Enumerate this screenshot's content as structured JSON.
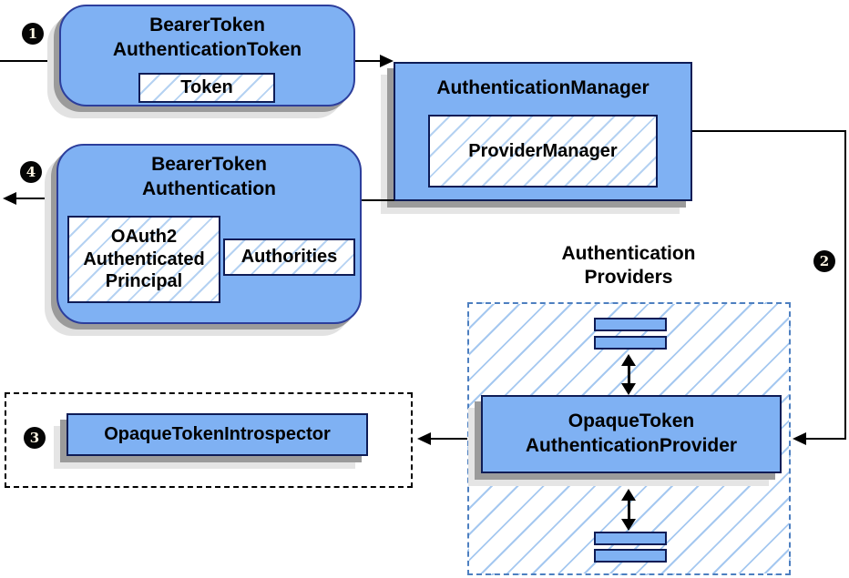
{
  "colors": {
    "node_fill": "#7fb1f3",
    "rounded_node_border": "#2c3e9c",
    "rect_node_border": "#0e1c56",
    "hatch_line": "#a5c8f0",
    "dashed_region_border": "#4d7fc0",
    "dotted_region_border": "#000000",
    "shadow_dark": "#9b9b9b",
    "shadow_light": "#e2e2e2",
    "connector": "#000000",
    "text": "#000000",
    "badge_bg": "#050505",
    "badge_text": "#fdf6e4"
  },
  "badges": {
    "step1": "1",
    "step2": "2",
    "step3": "3",
    "step4": "4"
  },
  "nodes": {
    "bearer_token_authentication_token": {
      "title": "BearerToken\nAuthenticationToken",
      "token_label": "Token"
    },
    "authentication_manager": {
      "title": "AuthenticationManager",
      "provider_manager_label": "ProviderManager"
    },
    "bearer_token_authentication": {
      "title": "BearerToken\nAuthentication",
      "oauth2_label": "OAuth2\nAuthenticated\nPrincipal",
      "authorities_label": "Authorities"
    },
    "authentication_providers": {
      "label": "Authentication\nProviders",
      "provider_label": "OpaqueToken\nAuthenticationProvider"
    },
    "introspector": {
      "label": "OpaqueTokenIntrospector"
    }
  }
}
